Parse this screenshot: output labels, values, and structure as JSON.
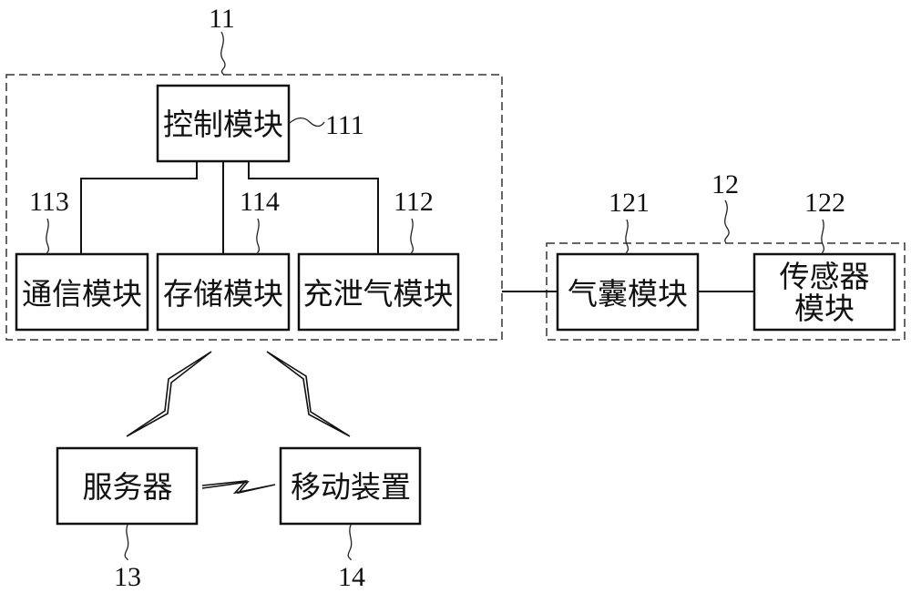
{
  "diagram": {
    "groups": [
      {
        "id": "11",
        "ref": "11",
        "style": "dashed"
      },
      {
        "id": "12",
        "ref": "12",
        "style": "dashed"
      }
    ],
    "modules": {
      "control": {
        "label": "控制模块",
        "ref": "111"
      },
      "comm": {
        "label": "通信模块",
        "ref": "113"
      },
      "storage": {
        "label": "存储模块",
        "ref": "114"
      },
      "inflate": {
        "label": "充泄气模块",
        "ref": "112"
      },
      "airbag": {
        "label": "气囊模块",
        "ref": "121"
      },
      "sensor": {
        "label_line1": "传感器",
        "label_line2": "模块",
        "ref": "122"
      },
      "server": {
        "label": "服务器",
        "ref": "13"
      },
      "mobile": {
        "label": "移动装置",
        "ref": "14"
      }
    },
    "connections": [
      {
        "from": "control",
        "to": "comm",
        "type": "wired"
      },
      {
        "from": "control",
        "to": "storage",
        "type": "wired"
      },
      {
        "from": "control",
        "to": "inflate",
        "type": "wired"
      },
      {
        "from": "inflate",
        "to": "airbag",
        "type": "wired"
      },
      {
        "from": "airbag",
        "to": "sensor",
        "type": "wired"
      },
      {
        "from": "group-11",
        "to": "server",
        "type": "wireless"
      },
      {
        "from": "group-11",
        "to": "mobile",
        "type": "wireless"
      },
      {
        "from": "server",
        "to": "mobile",
        "type": "wireless"
      }
    ]
  }
}
